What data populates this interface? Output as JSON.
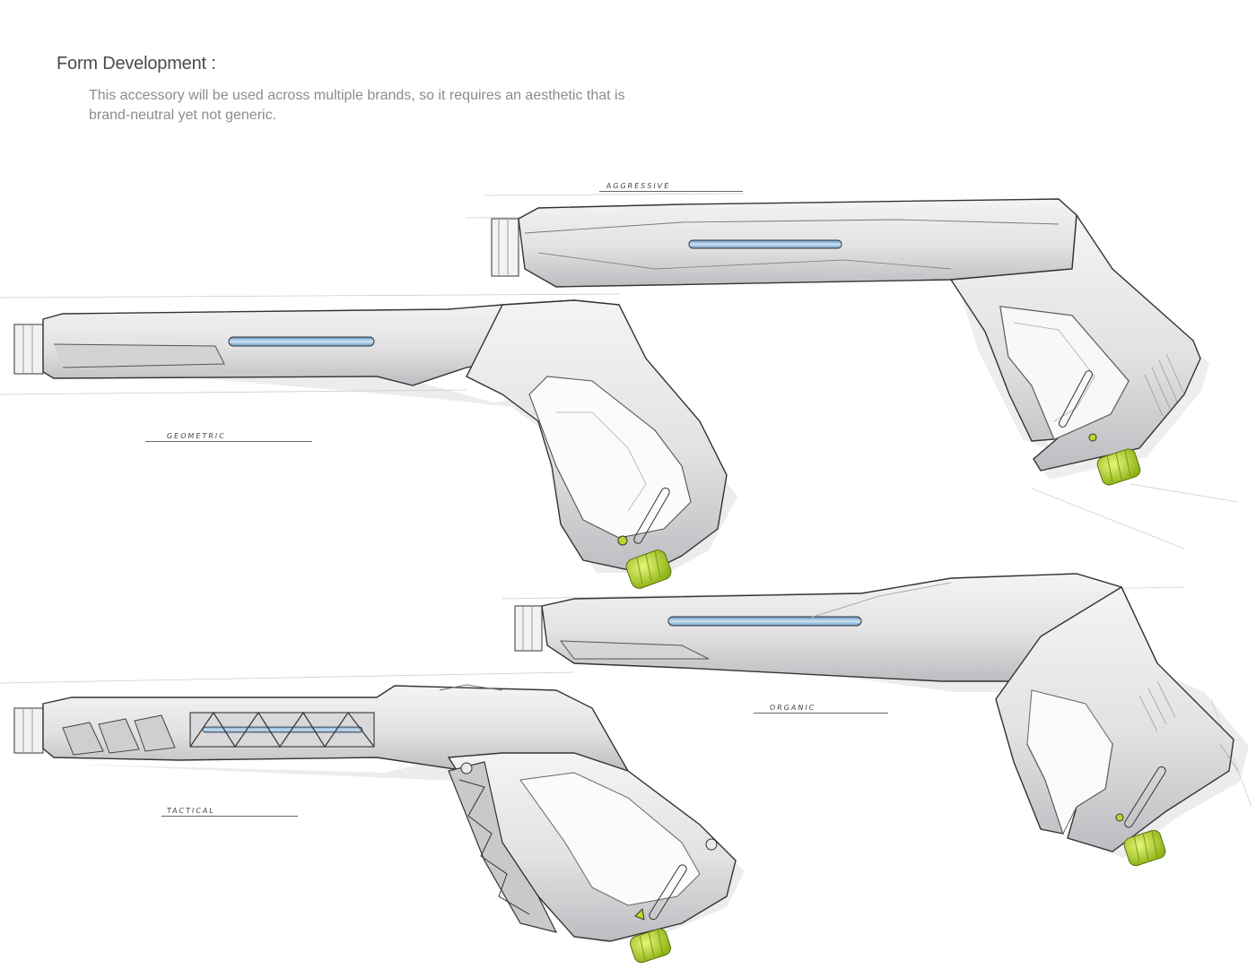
{
  "page": {
    "title": "Form Development :",
    "description": "This accessory will be used across multiple brands, so it requires an aesthetic that is brand-neutral yet not generic."
  },
  "concepts": [
    {
      "id": "aggressive",
      "label": "Aggressive"
    },
    {
      "id": "geometric",
      "label": "Geometric"
    },
    {
      "id": "organic",
      "label": "Organic"
    },
    {
      "id": "tactical",
      "label": "Tactical"
    }
  ],
  "colors": {
    "body": "#e4e4e6",
    "shadow": "#b9b9bd",
    "outline": "#3a3a3a",
    "window": "#7fb0d8",
    "accent": "#b7d92a"
  }
}
